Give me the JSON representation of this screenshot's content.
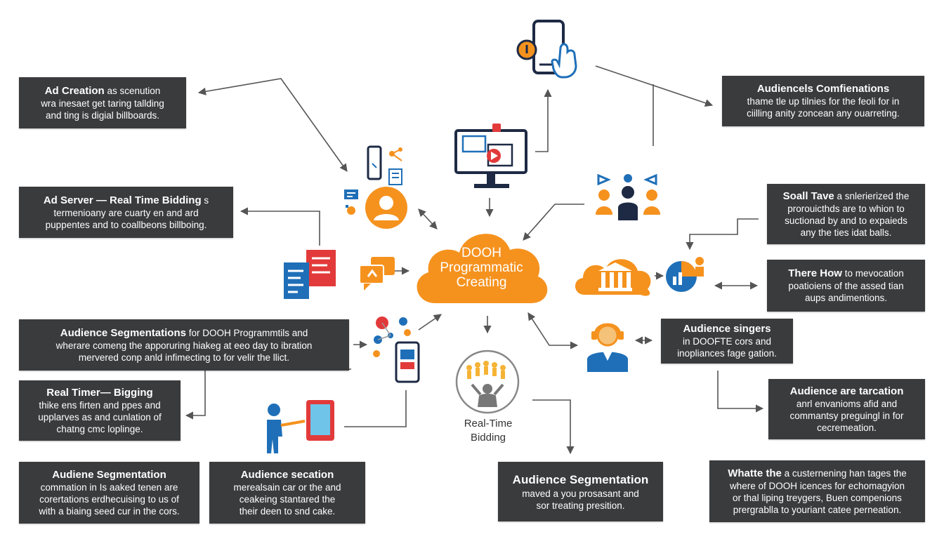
{
  "center": {
    "lines": [
      "DOOH",
      "Programmatic",
      "Creating"
    ]
  },
  "rtb_label": {
    "lines": [
      "Real-Time",
      "Bidding"
    ]
  },
  "boxes": {
    "ad_creation": {
      "title": "Ad Creation",
      "title_suffix": " as scenution",
      "lines": [
        "wra inesaet get taring tallding",
        "and ting is digial billboards."
      ]
    },
    "ad_server": {
      "title": "Ad Server — Real Time Bidding",
      "title_suffix": " s",
      "lines": [
        "termenioany are cuarty en and ard",
        "puppentes and to coallbeons billboing."
      ]
    },
    "audience_seg_left": {
      "title": "Audience Segmentations",
      "title_suffix": " for DOOH Programmtils and",
      "lines": [
        "wherare comeng the apporuring hiakeg at eeo day to ibration",
        "mervered conp anld infimecting to for velir the llict."
      ]
    },
    "real_timer": {
      "title": "Real Timer— Bigging",
      "title_suffix": "",
      "lines": [
        "thike ens firten and ppes and",
        "upplarves as and cunlation of",
        "chatng cmc loplinge."
      ]
    },
    "audiene_seg_bottom": {
      "title": "Audiene Segmentation",
      "title_suffix": "",
      "lines": [
        "commation in Is aaked tenen are",
        "corertations erdhecuising to us of",
        "with a biaing seed cur in the cors."
      ]
    },
    "audience_secation": {
      "title": "Audience secation",
      "title_suffix": "",
      "lines": [
        "merealsain car or the and",
        "ceakeing stantared the",
        "their deen to snd cake."
      ]
    },
    "audience_seg_center": {
      "title": "Audience Segmentation",
      "title_suffix": "",
      "lines": [
        "maved a you prosasant and",
        "sor treating presition."
      ]
    },
    "audience_comb": {
      "title": "Audiencels Comfienations",
      "title_suffix": "",
      "lines": [
        "thame tle up tilnies for the feoli for in",
        "ciilling anity zoncean any ouarreting."
      ]
    },
    "small_tave": {
      "title": "Soall Tave",
      "title_suffix": " a snlerierized the",
      "lines": [
        "prorouicthds are to whion to",
        "suctionad by and to expaieds",
        "any the ties idat balls."
      ]
    },
    "there_how": {
      "title": "There How",
      "title_suffix": " to mevocation",
      "lines": [
        "poatioiens of the assed tian",
        "aups andimentions."
      ]
    },
    "audience_singers": {
      "title": "Audience singers",
      "title_suffix": "",
      "lines": [
        "in DOOFTE cors and",
        "inopliances fage gation."
      ]
    },
    "audience_tarcation": {
      "title": "Audience are tarcation",
      "title_suffix": "",
      "lines": [
        "anrl envanioms afid and",
        "commantsy preguingl in for",
        "cecremeation."
      ]
    },
    "whatte": {
      "title": "Whatte the",
      "title_suffix": " a custernening han tages the",
      "lines": [
        "where of DOOH icences for echomagyion",
        "or thal liping treygers, Buen compenions",
        "prergrablla to youriant catee perneation."
      ]
    }
  },
  "colors": {
    "box_bg": "#3a3b3d",
    "accent_orange": "#f5921e",
    "accent_blue": "#1f6fb8",
    "accent_red": "#e23a3a",
    "navy": "#1e2a44",
    "line": "#555555"
  },
  "icons": {
    "phone_touch": "smartphone-touch-icon",
    "monitor_play": "monitor-video-icon",
    "user_avatar": "user-avatar-icon",
    "documents": "documents-icon",
    "chat": "chat-bubble-icon",
    "network": "network-nodes-icon",
    "tablet_person": "person-tablet-icon",
    "people_group": "people-group-icon",
    "bank": "bank-building-icon",
    "analytics": "analytics-circle-icon",
    "agent": "agent-headset-icon",
    "crowd": "crowd-bidding-icon"
  }
}
